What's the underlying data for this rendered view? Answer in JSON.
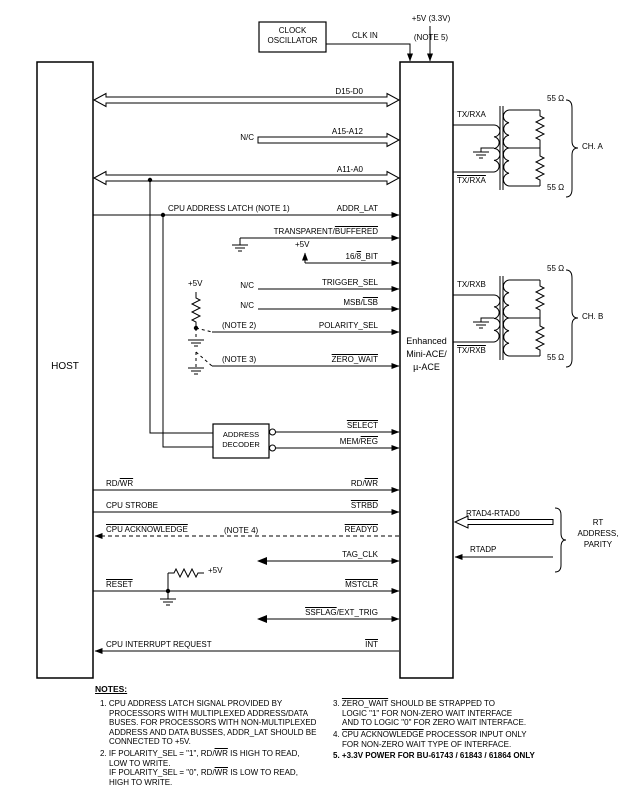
{
  "diagram": {
    "top": {
      "power_line1": "+5V (3.3V)",
      "power_line2": "(NOTE 5)",
      "clock_box": "CLOCK\nOSCILLATOR",
      "clk_in": "CLK IN"
    },
    "host_label": "HOST",
    "chip_label": "Enhanced\nMini-ACE/\nµ-ACE",
    "decoder_label": "ADDRESS\nDECODER",
    "nc": "N/C",
    "p5v": "+5V",
    "buses": {
      "d15_d0": "D15-D0",
      "a15_a12": "A15-A12",
      "a11_a0": "A11-A0"
    },
    "signals": {
      "cpu_address_latch": "CPU ADDRESS LATCH",
      "note1_ref": "(NOTE 1)",
      "addr_lat": "ADDR_LAT",
      "transparent_pre": "TRANSPARENT/",
      "transparent_ov": "BUFFERED",
      "bit_pre": "16/",
      "bit_ov": "8",
      "bit_post": "_BIT",
      "trigger_sel": "TRIGGER_SEL",
      "msb_pre": "MSB/",
      "msb_ov": "LSB",
      "note2_ref": "(NOTE 2)",
      "polarity_sel": "POLARITY_SEL",
      "note3_ref": "(NOTE 3)",
      "zero_wait": "ZERO_WAIT",
      "select": "SELECT",
      "memreg_pre": "MEM/",
      "memreg_ov": "REG",
      "rd_pre": "RD/",
      "rd_ov": "WR",
      "cpu_strobe": "CPU STROBE",
      "strbd": "STRBD",
      "cpu_acknowledge": "CPU ACKNOWLEDGE",
      "note4_ref": "(NOTE 4)",
      "readyd": "READYD",
      "tag_clk": "TAG_CLK",
      "reset": "RESET",
      "mstclr": "MSTCLR",
      "ssflag_ov": "SSFLAG",
      "ssflag_post": "/EXT_TRIG",
      "cpu_interrupt_request": "CPU INTERRUPT REQUEST",
      "int": "INT"
    },
    "channels": {
      "txrxa": "TX/RXA",
      "txrxb": "TX/RXB",
      "r55": "55 Ω",
      "ch_a": "CH. A",
      "ch_b": "CH. B"
    },
    "rt": {
      "rtad": "RTAD4-RTAD0",
      "rtadp": "RTADP",
      "label": "RT\nADDRESS,\nPARITY"
    }
  },
  "notes": {
    "title": "NOTES:",
    "n1": "1. CPU ADDRESS LATCH SIGNAL PROVIDED BY\nPROCESSORS WITH MULTIPLEXED ADDRESS/DATA\nBUSES. FOR PROCESSORS WITH NON-MULTIPLEXED\nADDRESS AND DATA BUSSES, ADDR_LAT SHOULD BE\nCONNECTED TO +5V.",
    "n2": {
      "l1a": "2. IF POLARITY_SEL = \"1\", RD/",
      "l1b": "WR",
      "l1c": " IS HIGH TO READ,",
      "l2": "LOW TO WRITE.",
      "l3a": "IF POLARITY_SEL = \"0\", RD/",
      "l3b": "WR",
      "l3c": " IS LOW TO READ,",
      "l4": "HIGH TO WRITE."
    },
    "n3": {
      "l1a": "3. ",
      "l1b": "ZERO_WAIT",
      "l1c": " SHOULD BE STRAPPED TO",
      "l2": "LOGIC \"1\" FOR NON-ZERO WAIT INTERFACE",
      "l3": "AND TO LOGIC \"0\" FOR ZERO WAIT INTERFACE."
    },
    "n4": {
      "l1a": "4. ",
      "l1b": "CPU ACKNOWLEDGE",
      "l1c": " PROCESSOR INPUT ONLY",
      "l2": "FOR NON-ZERO WAIT TYPE OF INTERFACE."
    },
    "n5": "5. +3.3V POWER FOR BU-61743 / 61843 / 61864 ONLY"
  }
}
